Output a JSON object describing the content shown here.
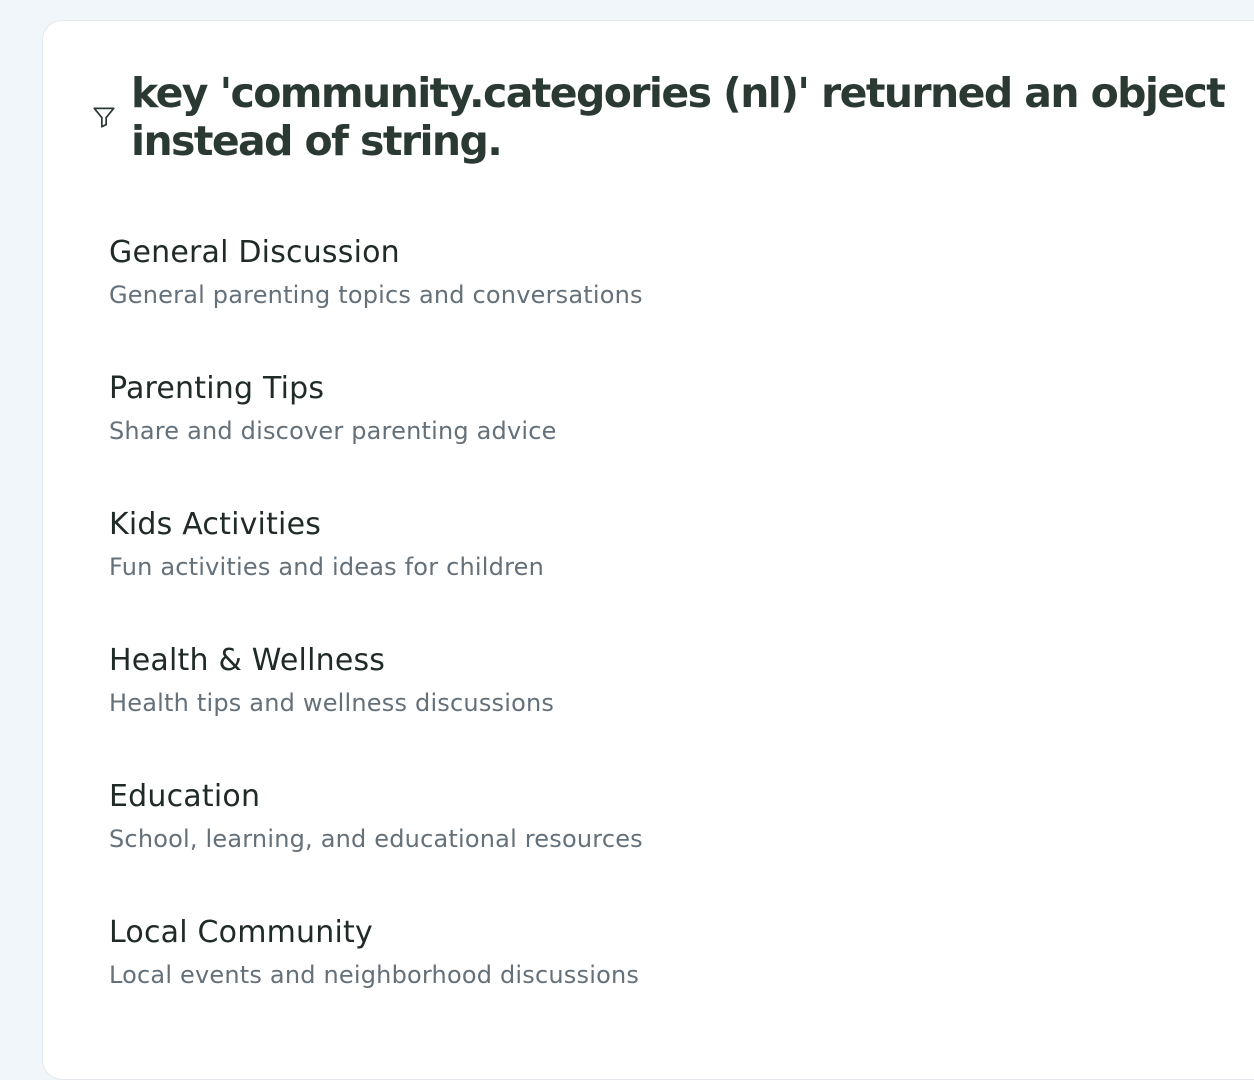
{
  "header": {
    "icon": "filter-icon",
    "title": "key 'community.categories (nl)' returned an object instead of string."
  },
  "categories": [
    {
      "name": "General Discussion",
      "description": "General parenting topics and conversations"
    },
    {
      "name": "Parenting Tips",
      "description": "Share and discover parenting advice"
    },
    {
      "name": "Kids Activities",
      "description": "Fun activities and ideas for children"
    },
    {
      "name": "Health & Wellness",
      "description": "Health tips and wellness discussions"
    },
    {
      "name": "Education",
      "description": "School, learning, and educational resources"
    },
    {
      "name": "Local Community",
      "description": "Local events and neighborhood discussions"
    }
  ]
}
